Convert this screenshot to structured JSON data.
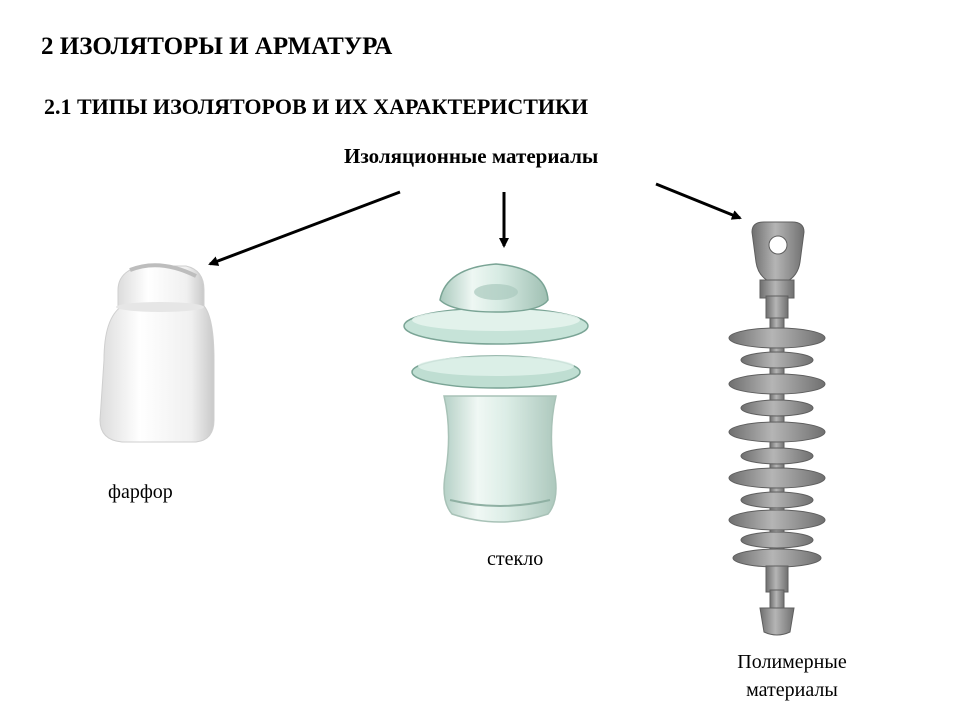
{
  "slide": {
    "title": "2 ИЗОЛЯТОРЫ И АРМАТУРА",
    "subtitle": "2.1 ТИПЫ ИЗОЛЯТОРОВ И ИХ ХАРАКТЕРИСТИКИ",
    "heading": "Изоляционные материалы"
  },
  "insulators": [
    {
      "caption": "фарфор",
      "image": "porcelain-insulator",
      "color": "#f4f4f4"
    },
    {
      "caption": "стекло",
      "image": "glass-insulator",
      "color": "#cfe8de"
    },
    {
      "caption_line1": "Полимерные",
      "caption_line2": "материалы",
      "image": "polymer-insulator",
      "color": "#8a8a8a"
    }
  ]
}
